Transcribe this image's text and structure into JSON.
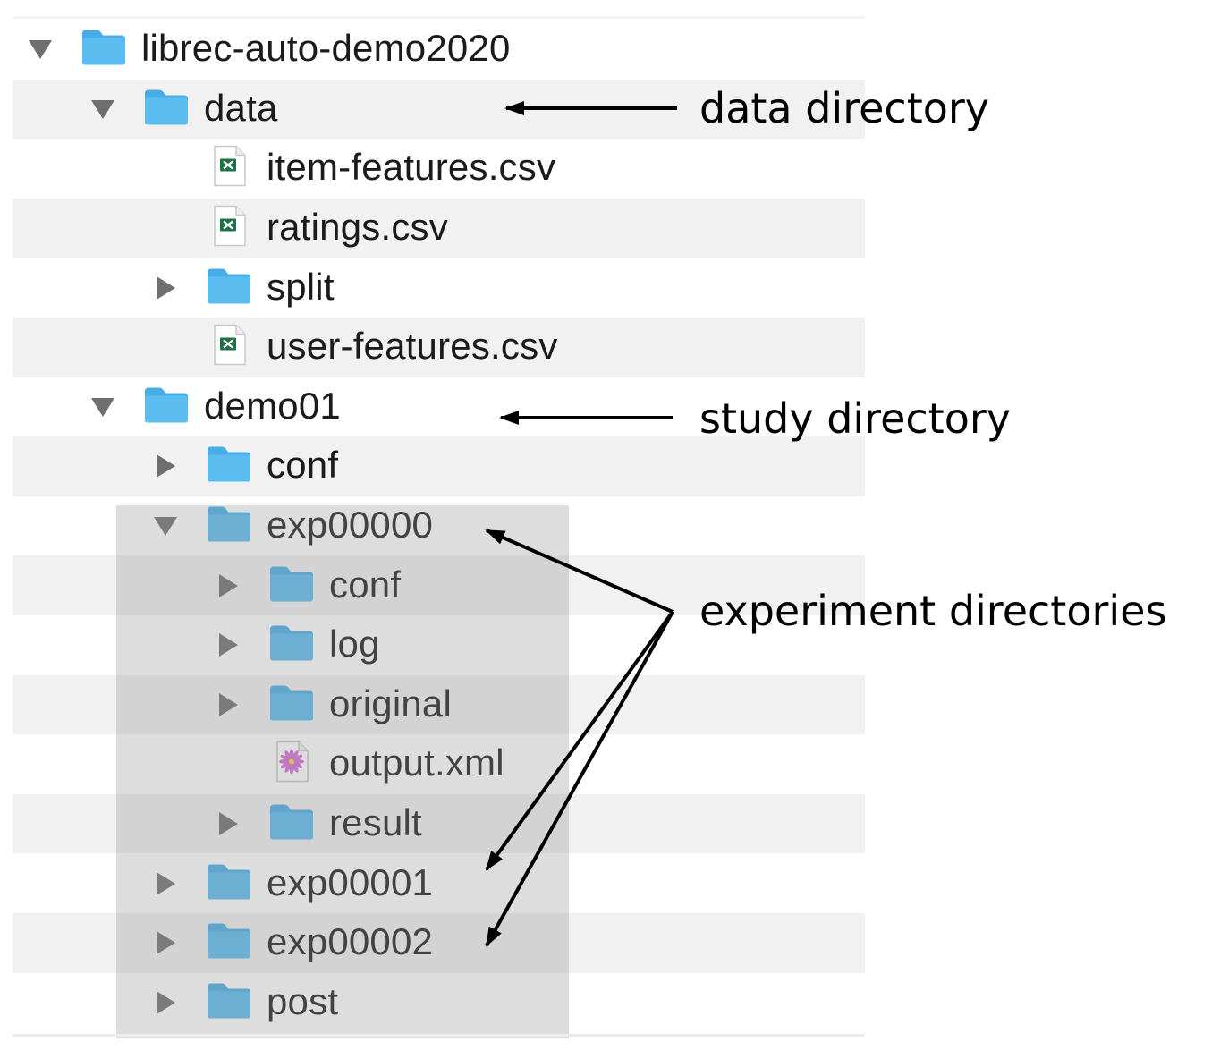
{
  "tree": [
    {
      "label": "librec-auto-demo2020",
      "depth": 0,
      "kind": "folder",
      "toggle": "expanded"
    },
    {
      "label": "data",
      "depth": 1,
      "kind": "folder",
      "toggle": "expanded"
    },
    {
      "label": "item-features.csv",
      "depth": 2,
      "kind": "csv-file",
      "toggle": "none"
    },
    {
      "label": "ratings.csv",
      "depth": 2,
      "kind": "csv-file",
      "toggle": "none"
    },
    {
      "label": "split",
      "depth": 2,
      "kind": "folder",
      "toggle": "collapsed"
    },
    {
      "label": "user-features.csv",
      "depth": 2,
      "kind": "csv-file",
      "toggle": "none"
    },
    {
      "label": "demo01",
      "depth": 1,
      "kind": "folder",
      "toggle": "expanded"
    },
    {
      "label": "conf",
      "depth": 2,
      "kind": "folder",
      "toggle": "collapsed"
    },
    {
      "label": "exp00000",
      "depth": 2,
      "kind": "folder",
      "toggle": "expanded"
    },
    {
      "label": "conf",
      "depth": 3,
      "kind": "folder",
      "toggle": "collapsed"
    },
    {
      "label": "log",
      "depth": 3,
      "kind": "folder",
      "toggle": "collapsed"
    },
    {
      "label": "original",
      "depth": 3,
      "kind": "folder",
      "toggle": "collapsed"
    },
    {
      "label": "output.xml",
      "depth": 3,
      "kind": "xml-file",
      "toggle": "none"
    },
    {
      "label": "result",
      "depth": 3,
      "kind": "folder",
      "toggle": "collapsed"
    },
    {
      "label": "exp00001",
      "depth": 2,
      "kind": "folder",
      "toggle": "collapsed"
    },
    {
      "label": "exp00002",
      "depth": 2,
      "kind": "folder",
      "toggle": "collapsed"
    },
    {
      "label": "post",
      "depth": 2,
      "kind": "folder",
      "toggle": "collapsed"
    }
  ],
  "annotations": {
    "data_directory": "data directory",
    "study_directory": "study directory",
    "experiment_directories": "experiment directories"
  },
  "colors": {
    "folder_blue": "#5bbcef",
    "folder_tab": "#48ade6",
    "csv_green": "#1e7145",
    "row_alt": "#f1f1f1",
    "selection_gray": "#a6a6a6",
    "text": "#1b1b1b",
    "toggle_gray": "#6f6f6f"
  },
  "icons": {
    "folder": "folder-icon",
    "csv-file": "excel-csv-file-icon",
    "xml-file": "flower-xml-file-icon",
    "expanded": "disclosure-triangle-down-icon",
    "collapsed": "disclosure-triangle-right-icon"
  }
}
